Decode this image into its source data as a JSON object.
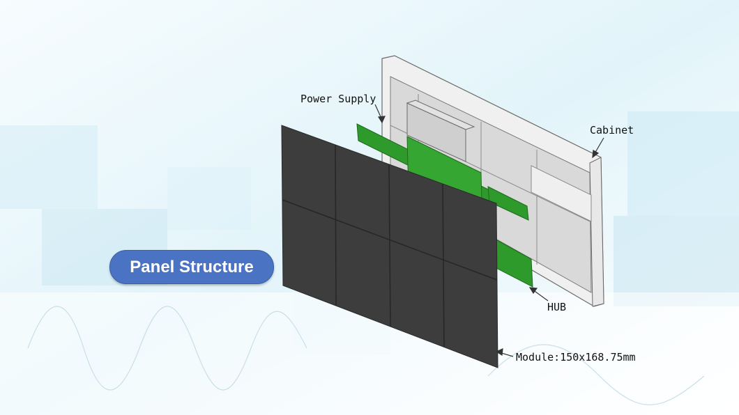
{
  "title": "Panel Structure",
  "callouts": {
    "power_supply": "Power Supply",
    "cabinet": "Cabinet",
    "hub": "HUB",
    "module": "Module:150x168.75mm"
  },
  "colors": {
    "badge": "#4b73c4",
    "badge_text": "#ffffff",
    "module_tile": "#3d3d3d",
    "pcb": "#2f9a2c",
    "cabinet": "#f1f1f1",
    "background": "#e8f6fb"
  }
}
